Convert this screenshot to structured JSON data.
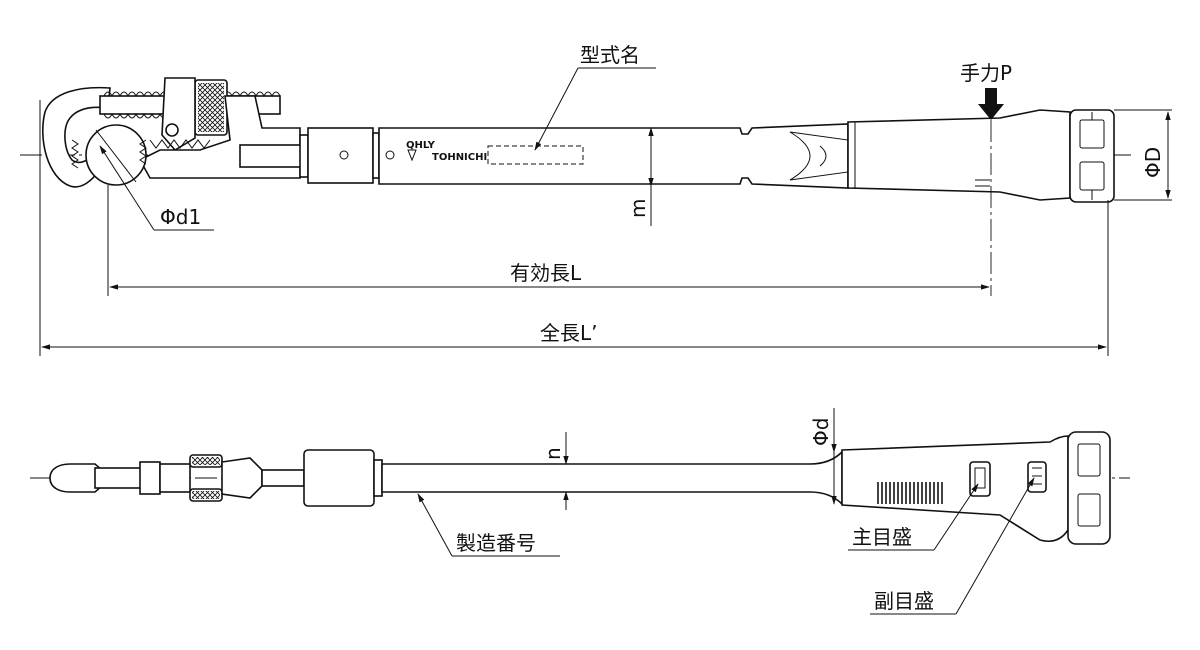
{
  "labels": {
    "model_name": "型式名",
    "hand_force": "手力P",
    "outer_dia": "ΦD",
    "jaw_dia": "Φd1",
    "m_dim": "m",
    "effective_length": "有効長L",
    "overall_length": "全長L’",
    "grip_dia": "Φd",
    "n_dim": "n",
    "serial_number": "製造番号",
    "main_scale": "主目盛",
    "sub_scale": "副目盛",
    "brand": "TOHNICHI",
    "logo_text": "QHLY"
  }
}
